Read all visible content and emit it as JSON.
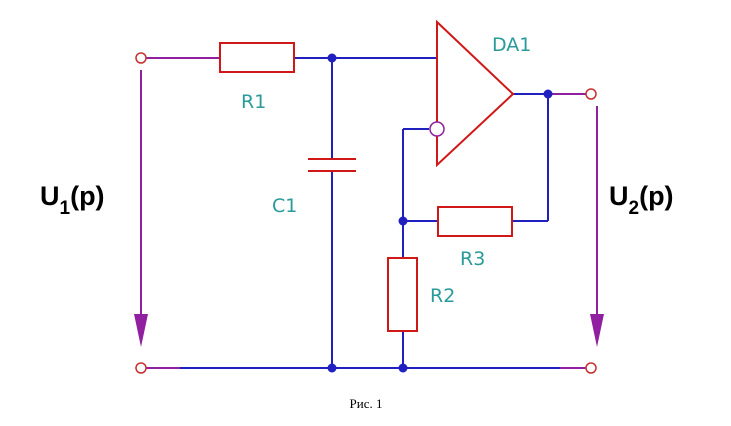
{
  "diagram": {
    "components": {
      "r1": "R1",
      "c1": "C1",
      "da1": "DA1",
      "r2": "R2",
      "r3": "R3"
    },
    "voltages": {
      "input_main": "U",
      "input_sub": "1",
      "input_arg": "(p)",
      "output_main": "U",
      "output_sub": "2",
      "output_arg": "(p)"
    },
    "caption": "Рис. 1"
  },
  "colors": {
    "wire_blue": "#2020c0",
    "wire_purple": "#9020a0",
    "component_red": "#d01818",
    "label_cyan": "#2a9a9a",
    "node_blue": "#2020c0",
    "terminal_red": "#c83030"
  }
}
